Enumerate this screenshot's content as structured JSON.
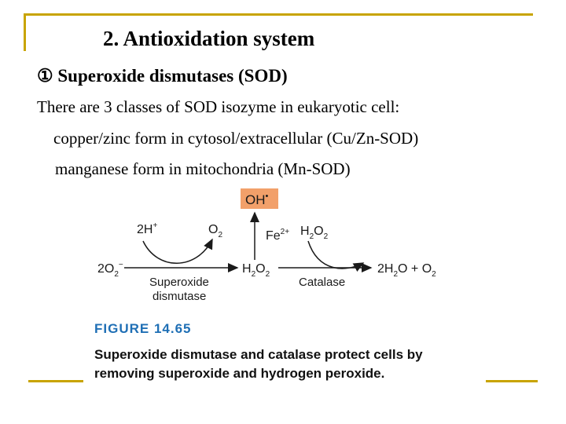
{
  "slide": {
    "title": "2.  Antioxidation system",
    "subtitle": "① Superoxide dismutases (SOD)",
    "line1": "There are 3 classes of SOD isozyme in eukaryotic cell:",
    "line2": "copper/zinc form in cytosol/extracellular (Cu/Zn-SOD)",
    "line3": "manganese form in mitochondria (Mn-SOD)"
  },
  "figure": {
    "oh_label": "OH",
    "oh_radical": "•",
    "twoH_label": "2H",
    "twoH_sup": "+",
    "o2_top_label": "O",
    "o2_top_sub": "2",
    "fe_label": "Fe",
    "fe_sup": "2+",
    "h2o2_top_label": "H",
    "h2o2_top_sub1": "2",
    "h2o2_top_mid": "O",
    "h2o2_top_sub2": "2",
    "substrate_label": "2O",
    "substrate_sub": "2",
    "substrate_sup": "−",
    "mid_label": "H",
    "mid_sub1": "2",
    "mid_mid": "O",
    "mid_sub2": "2",
    "product_label": "2H",
    "product_sub1": "2",
    "product_mid": "O + O",
    "product_sub2": "2",
    "enzyme1_line1": "Superoxide",
    "enzyme1_line2": "dismutase",
    "enzyme2": "Catalase",
    "number": "FIGURE 14.65",
    "caption": "Superoxide dismutase and catalase protect cells by removing superoxide and hydrogen peroxide."
  },
  "colors": {
    "frame": "#c8a400",
    "oh_box": "#f2a06a",
    "figure_number": "#1f6fb5"
  }
}
